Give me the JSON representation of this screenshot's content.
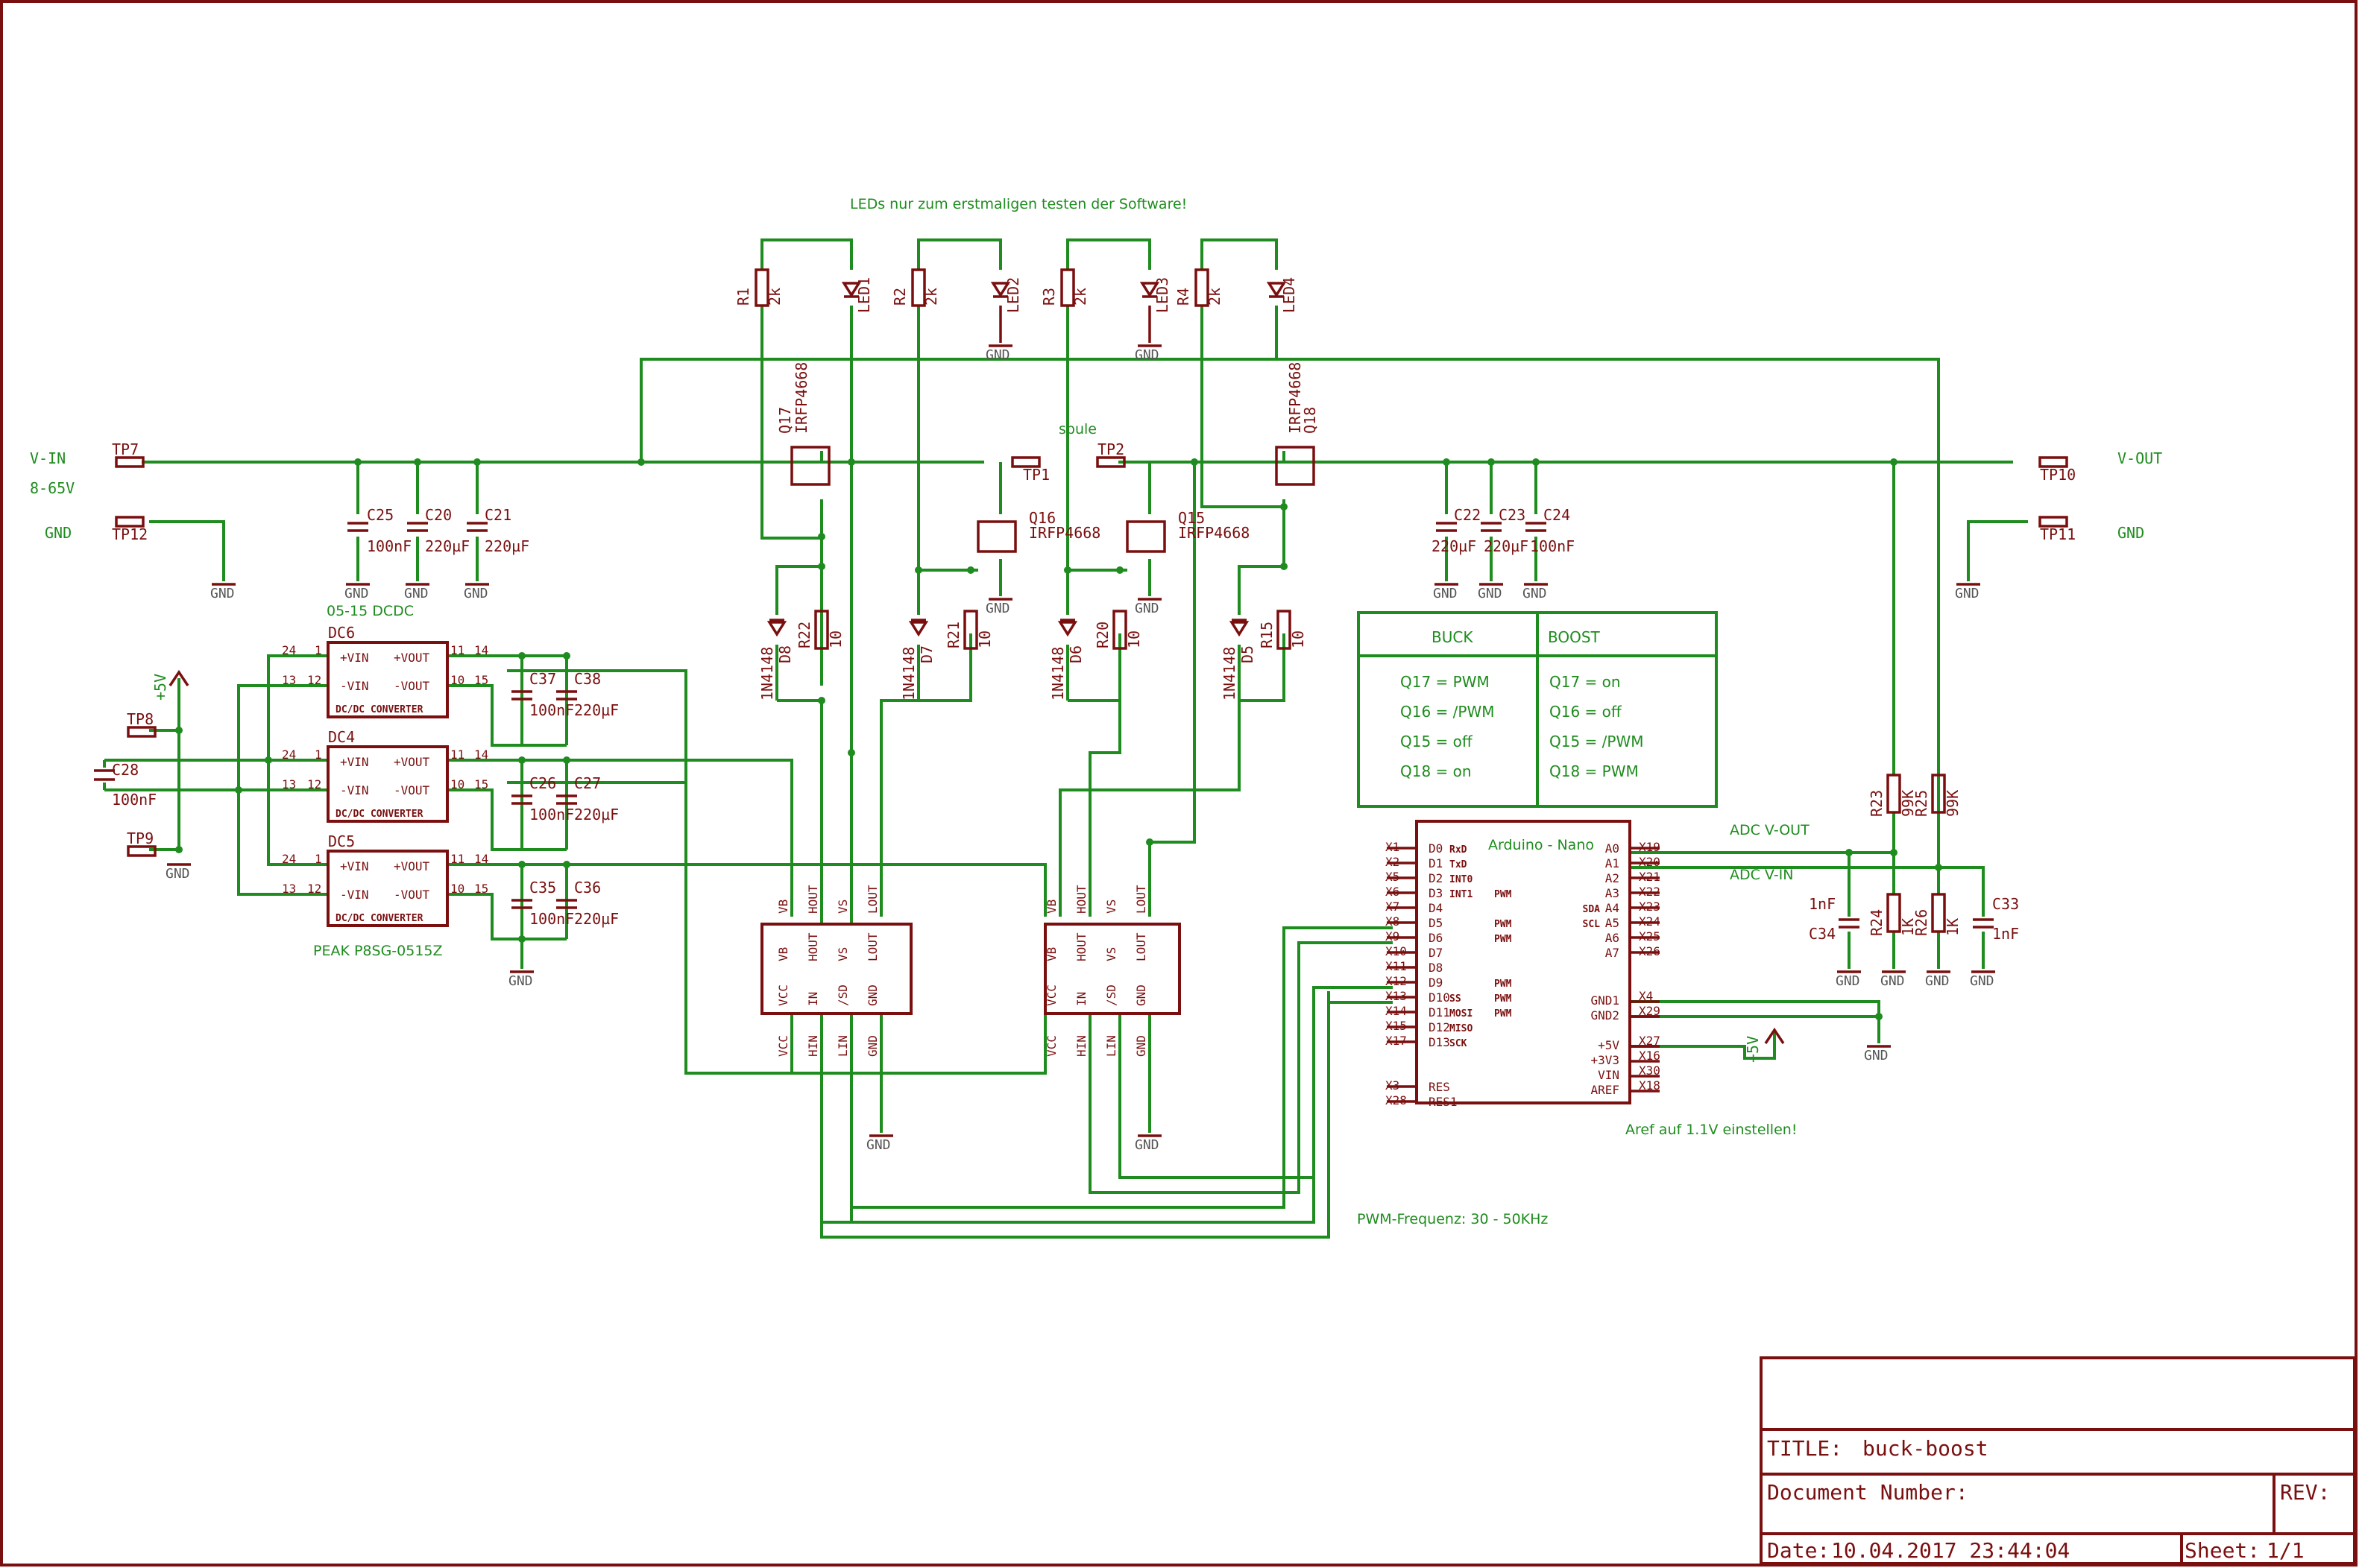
{
  "notes": {
    "leds": "LEDs nur zum erstmaligen testen der Software!",
    "spule": "spule",
    "dcdc": "05-15 DCDC",
    "peak": "PEAK P8SG-0515Z",
    "aref": "Aref auf 1.1V einstellen!",
    "pwm": "PWM-Frequenz: 30 - 50KHz",
    "adc_vout": "ADC  V-OUT",
    "adc_vin": "ADC  V-IN"
  },
  "nets": {
    "vin": "V-IN",
    "vin_range": "8-65V",
    "gnd": "GND",
    "vout": "V-OUT",
    "p5v": "+5V"
  },
  "labels": {
    "tp7": "TP7",
    "tp12": "TP12",
    "tp1": "TP1",
    "tp2": "TP2",
    "tp10": "TP10",
    "tp11": "TP11",
    "tp8": "TP8",
    "tp9": "TP9",
    "c25": "C25",
    "c25v": "100nF",
    "c20": "C20",
    "c20v": "220µF",
    "c21": "C21",
    "c21v": "220µF",
    "c22": "C22",
    "c22v": "220µF",
    "c23": "C23",
    "c23v": "220µF",
    "c24": "C24",
    "c24v": "100nF",
    "c28": "C28",
    "c28v": "100nF",
    "c37": "C37",
    "c37v": "100nF",
    "c38": "C38",
    "c38v": "220µF",
    "c26": "C26",
    "c26v": "100nF",
    "c27": "C27",
    "c27v": "220µF",
    "c35": "C35",
    "c35v": "100nF",
    "c36": "C36",
    "c36v": "220µF",
    "c34": "C34",
    "c34v": "1nF",
    "c33": "C33",
    "c33v": "1nF",
    "r1": "R1",
    "r2": "R2",
    "r3": "R3",
    "r4": "R4",
    "rv2k": "2k",
    "led1": "LED1",
    "led2": "LED2",
    "led3": "LED3",
    "led4": "LED4",
    "q17": "Q17",
    "q16": "Q16",
    "q15": "Q15",
    "q18": "Q18",
    "irfp": "IRFP4668",
    "d8": "D8",
    "d7": "D7",
    "d6": "D6",
    "d5": "D5",
    "diode": "1N4148",
    "r22": "R22",
    "r21": "R21",
    "r20": "R20",
    "r15": "R15",
    "rv10": "10",
    "r23": "R23",
    "r25": "R25",
    "rv99k": "99K",
    "r24": "R24",
    "r26": "R26",
    "rv1k": "1K",
    "dc6": "DC6",
    "dc4": "DC4",
    "dc5": "DC5",
    "dc_vin_p": "+VIN",
    "dc_vin_n": "-VIN",
    "dc_vout_p": "+VOUT",
    "dc_vout_n": "-VOUT",
    "dc_name": "DC/DC CONVERTER",
    "p24": "24",
    "p1": "1",
    "p13": "13",
    "p12": "12",
    "p11": "11",
    "p14": "14",
    "p10": "10",
    "p15": "15",
    "drv_vb": "VB",
    "drv_hout": "HOUT",
    "drv_vs": "VS",
    "drv_lout": "LOUT",
    "drv_vcc": "VCC",
    "drv_in": "IN",
    "drv_sd": "/SD",
    "drv_gnd": "GND",
    "drv_hin": "HIN",
    "drv_lin": "LIN"
  },
  "arduino": {
    "title": "Arduino - Nano",
    "left": [
      {
        "x": "X1",
        "pin": "D0",
        "fn": "RxD"
      },
      {
        "x": "X2",
        "pin": "D1",
        "fn": "TxD"
      },
      {
        "x": "X5",
        "pin": "D2",
        "fn": "INT0"
      },
      {
        "x": "X6",
        "pin": "D3",
        "fn": "INT1",
        "pwm": "PWM"
      },
      {
        "x": "X7",
        "pin": "D4",
        "fn": ""
      },
      {
        "x": "X8",
        "pin": "D5",
        "fn": "",
        "pwm": "PWM"
      },
      {
        "x": "X9",
        "pin": "D6",
        "fn": "",
        "pwm": "PWM"
      },
      {
        "x": "X10",
        "pin": "D7",
        "fn": ""
      },
      {
        "x": "X11",
        "pin": "D8",
        "fn": ""
      },
      {
        "x": "X12",
        "pin": "D9",
        "fn": "",
        "pwm": "PWM"
      },
      {
        "x": "X13",
        "pin": "D10",
        "fn": "SS",
        "pwm": "PWM"
      },
      {
        "x": "X14",
        "pin": "D11",
        "fn": "MOSI",
        "pwm": "PWM"
      },
      {
        "x": "X15",
        "pin": "D12",
        "fn": "MISO"
      },
      {
        "x": "X17",
        "pin": "D13",
        "fn": "SCK"
      }
    ],
    "left_extra": [
      {
        "x": "X3",
        "pin": "RES"
      },
      {
        "x": "X28",
        "pin": "RES1"
      }
    ],
    "right": [
      {
        "x": "X19",
        "pin": "A0"
      },
      {
        "x": "X20",
        "pin": "A1"
      },
      {
        "x": "X21",
        "pin": "A2"
      },
      {
        "x": "X22",
        "pin": "A3"
      },
      {
        "x": "X23",
        "pin": "A4",
        "fn": "SDA"
      },
      {
        "x": "X24",
        "pin": "A5",
        "fn": "SCL"
      },
      {
        "x": "X25",
        "pin": "A6"
      },
      {
        "x": "X26",
        "pin": "A7"
      }
    ],
    "right_pwr": [
      {
        "x": "X4",
        "pin": "GND1"
      },
      {
        "x": "X29",
        "pin": "GND2"
      },
      {
        "x": "X27",
        "pin": "+5V"
      },
      {
        "x": "X16",
        "pin": "+3V3"
      },
      {
        "x": "X30",
        "pin": "VIN"
      },
      {
        "x": "X18",
        "pin": "AREF"
      }
    ]
  },
  "mode_table": {
    "head": [
      "BUCK",
      "BOOST"
    ],
    "rows": [
      [
        "Q17 = PWM",
        "Q17 = on"
      ],
      [
        "Q16 = /PWM",
        "Q16 = off"
      ],
      [
        "Q15 = off",
        "Q15 = /PWM"
      ],
      [
        "Q18 = on",
        "Q18 = PWM"
      ]
    ]
  },
  "titleblock": {
    "title_label": "TITLE:",
    "title": "buck-boost",
    "docnum_label": "Document Number:",
    "rev_label": "REV:",
    "date_label": "Date:",
    "date": "10.04.2017 23:44:04",
    "sheet_label": "Sheet:",
    "sheet": "1/1"
  }
}
